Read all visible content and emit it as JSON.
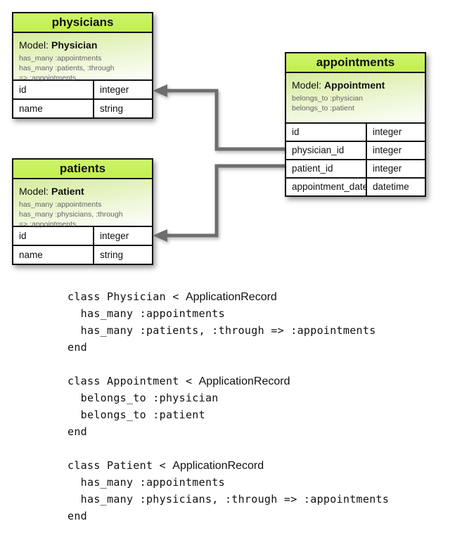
{
  "diagram": {
    "tables": [
      {
        "title": "physicians",
        "model_label": "Model:",
        "model_name": "Physician",
        "assoc_lines": [
          "has_many :appointments",
          "has_many :patients, :through",
          "=> :appointments"
        ],
        "columns": [
          {
            "name": "id",
            "type": "integer"
          },
          {
            "name": "name",
            "type": "string"
          }
        ]
      },
      {
        "title": "appointments",
        "model_label": "Model:",
        "model_name": "Appointment",
        "assoc_lines": [
          "belongs_to :physician",
          "belongs_to :patient"
        ],
        "columns": [
          {
            "name": "id",
            "type": "integer"
          },
          {
            "name": "physician_id",
            "type": "integer"
          },
          {
            "name": "patient_id",
            "type": "integer"
          },
          {
            "name": "appointment_date",
            "type": "datetime"
          }
        ]
      },
      {
        "title": "patients",
        "model_label": "Model:",
        "model_name": "Patient",
        "assoc_lines": [
          "has_many :appointments",
          "has_many :physicians, :through",
          "=> :appointments"
        ],
        "columns": [
          {
            "name": "id",
            "type": "integer"
          },
          {
            "name": "name",
            "type": "string"
          }
        ]
      }
    ],
    "relationships": [
      {
        "from": "appointments.physician_id",
        "to": "physicians.id"
      },
      {
        "from": "appointments.patient_id",
        "to": "patients.id"
      }
    ],
    "colors": {
      "header_green": "#c6f157",
      "body_gradient_green": "#d6ec9b",
      "arrow_gray": "#6e6e6e",
      "border_black": "#141414",
      "assoc_text_gray": "#636363"
    }
  },
  "code": {
    "blocks": [
      {
        "class_line_prefix": "class Physician < ",
        "superclass": "ApplicationRecord",
        "body_lines": [
          "  has_many :appointments",
          "  has_many :patients, :through => :appointments"
        ],
        "end_keyword": "end"
      },
      {
        "class_line_prefix": "class Appointment < ",
        "superclass": "ApplicationRecord",
        "body_lines": [
          "  belongs_to :physician",
          "  belongs_to :patient"
        ],
        "end_keyword": "end"
      },
      {
        "class_line_prefix": "class Patient < ",
        "superclass": "ApplicationRecord",
        "body_lines": [
          "  has_many :appointments",
          "  has_many :physicians, :through => :appointments"
        ],
        "end_keyword": "end"
      }
    ]
  }
}
